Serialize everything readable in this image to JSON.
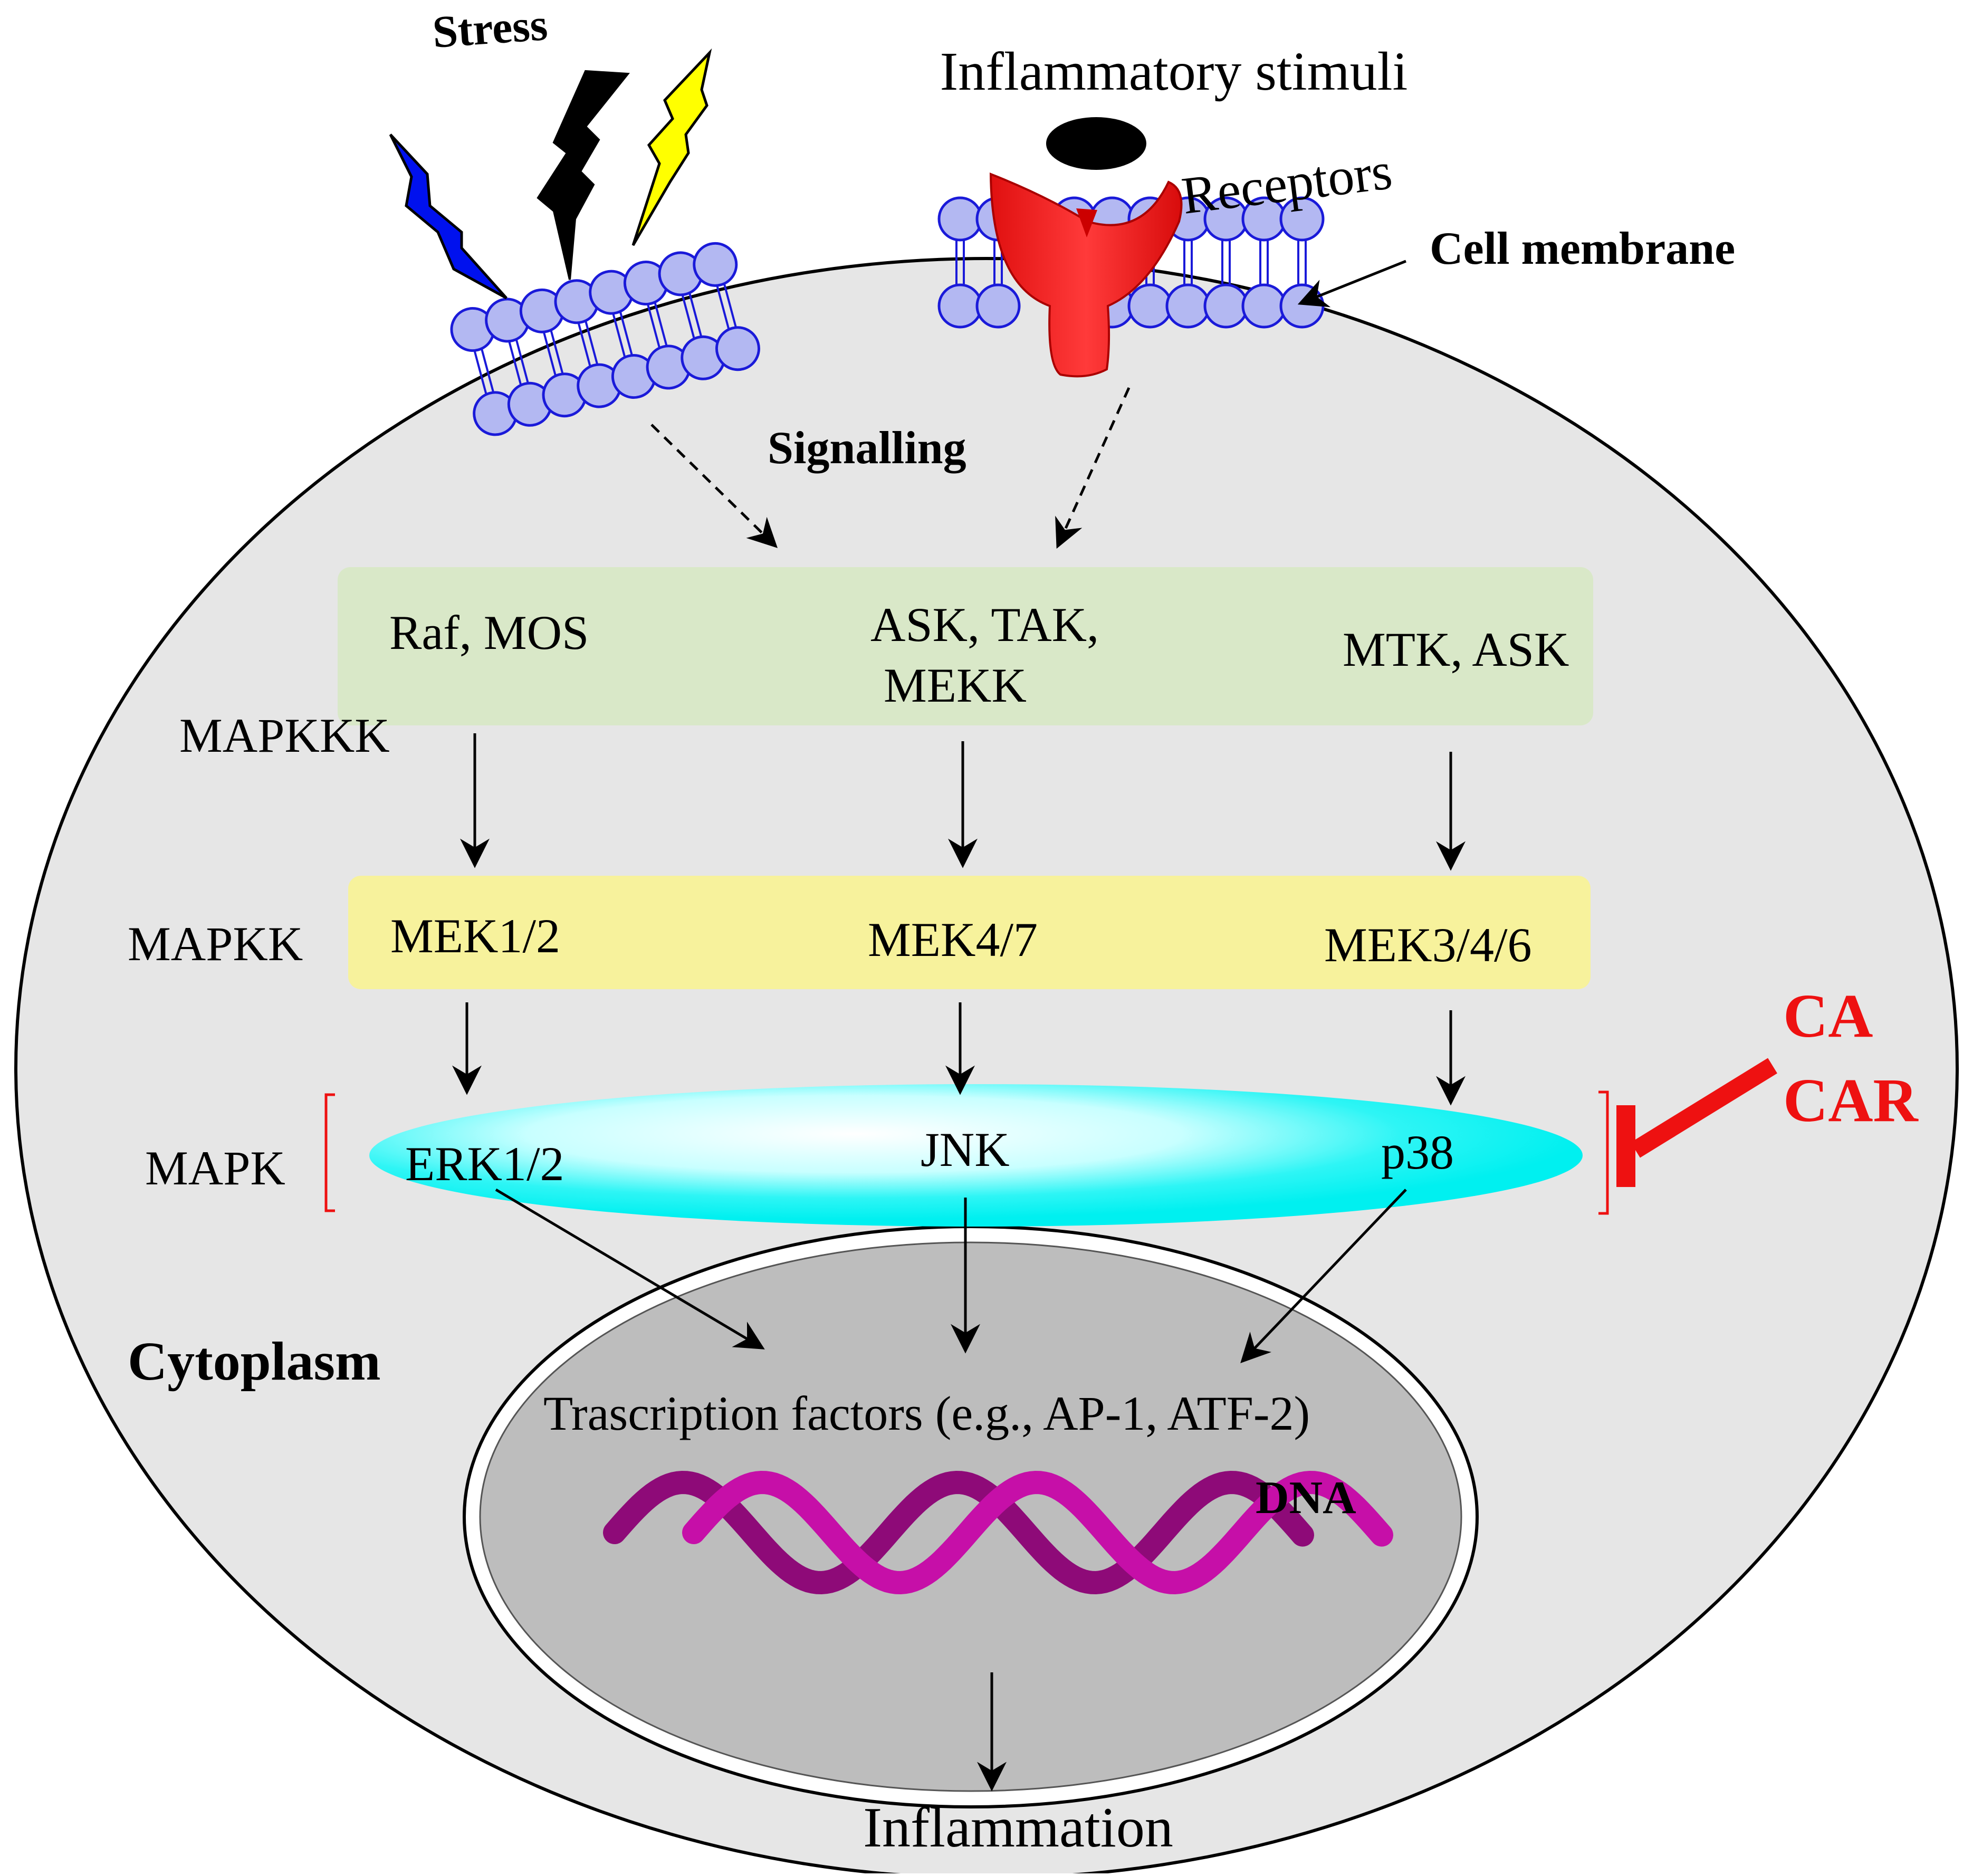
{
  "labels": {
    "stress": "Stress",
    "inflammatory_stimuli": "Inflammatory stimuli",
    "receptors": "Receptors",
    "cell_membrane": "Cell membrane",
    "signalling": "Signalling",
    "cytoplasm": "Cytoplasm",
    "dna": "DNA",
    "inflammation": "Inflammation",
    "transcription_factors": "Trascription factors (e.g., AP-1, ATF-2)"
  },
  "tiers": {
    "mapkkk": {
      "label": "MAPKKK",
      "items": [
        "Raf, MOS",
        "ASK, TAK,",
        "MEKK",
        "MTK, ASK"
      ]
    },
    "mapkk": {
      "label": "MAPKK",
      "items": [
        "MEK1/2",
        "MEK4/7",
        "MEK3/4/6"
      ]
    },
    "mapk": {
      "label": "MAPK",
      "items": [
        "ERK1/2",
        "JNK",
        "p38"
      ]
    }
  },
  "inhibitor": {
    "line1": "CA",
    "line2": "CAR"
  },
  "colors": {
    "cell_fill": "#e6e6e6",
    "nucleus_fill": "#bdbdbd",
    "mapkkk_box": "#d9e8c8",
    "mapkk_box": "#f7f29c",
    "mapk_ellipse": "#00ffff",
    "lipid_head": "#b3b8f2",
    "lipid_stroke": "#1a1ad9",
    "receptor": "#ff2a2a",
    "inhibitor_red": "#ee1111",
    "dna_strand": "#c60fa8",
    "bolt_blue": "#0011ee",
    "bolt_black": "#000000",
    "bolt_yellow": "#ffff00"
  }
}
